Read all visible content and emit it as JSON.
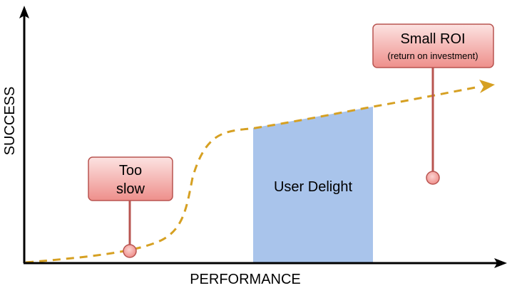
{
  "axes": {
    "x_label": "PERFORMANCE",
    "y_label": "SUCCESS"
  },
  "region": {
    "label": "User Delight",
    "color": "#a9c4eb"
  },
  "callouts": {
    "too_slow": {
      "line1": "Too",
      "line2": "slow"
    },
    "small_roi": {
      "title": "Small ROI",
      "subtitle": "(return on investment)"
    }
  },
  "colors": {
    "curve": "#d6a022",
    "callout_fill": "#f19c99",
    "callout_stroke": "#b85450",
    "axis": "#000000"
  }
}
